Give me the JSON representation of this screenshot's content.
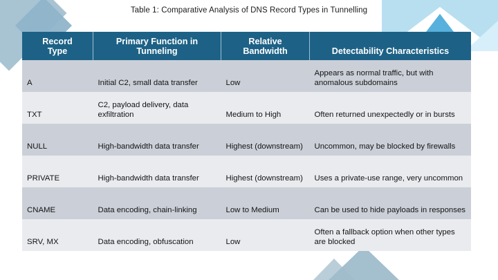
{
  "slide": {
    "title": "Table 1: Comparative Analysis of DNS Record Types in Tunnelling",
    "background_color": "#ffffff",
    "accent_colors": {
      "header_fill": "#1d6286",
      "header_text": "#ffffff",
      "row_odd": "#cbd0d8",
      "row_even": "#e9ebef",
      "deco_light_blue": "#b7dff0",
      "deco_mid_blue": "#58b0dd",
      "deco_slate": "#a8c3d2",
      "deco_slate_dark": "#8fb4ca",
      "deco_triangle_light": "#aec6d2",
      "deco_triangle_dark": "#9fbcca"
    }
  },
  "table": {
    "columns": [
      "Record Type",
      "Primary Function in Tunneling",
      "Relative Bandwidth",
      "Detectability Characteristics"
    ],
    "columns_lines": [
      [
        "Record",
        "Type"
      ],
      [
        "Primary Function in",
        "Tunneling"
      ],
      [
        "Relative",
        "Bandwidth"
      ],
      [
        "Detectability Characteristics"
      ]
    ],
    "rows": [
      {
        "record_type": "A",
        "primary_function": "Initial C2, small data transfer",
        "relative_bandwidth": "Low",
        "detectability": "Appears as normal traffic, but with anomalous subdomains"
      },
      {
        "record_type": "TXT",
        "primary_function": "C2, payload delivery, data exfiltration",
        "relative_bandwidth": "Medium to High",
        "detectability": "Often returned unexpectedly or in bursts"
      },
      {
        "record_type": "NULL",
        "primary_function": "High-bandwidth data transfer",
        "relative_bandwidth": "Highest (downstream)",
        "detectability": "Uncommon, may be blocked by firewalls"
      },
      {
        "record_type": "PRIVATE",
        "primary_function": "High-bandwidth data transfer",
        "relative_bandwidth": "Highest (downstream)",
        "detectability": "Uses a private-use range, very uncommon"
      },
      {
        "record_type": "CNAME",
        "primary_function": "Data encoding, chain-linking",
        "relative_bandwidth": "Low to Medium",
        "detectability": "Can be used to hide payloads in responses"
      },
      {
        "record_type": "SRV, MX",
        "primary_function": "Data encoding, obfuscation",
        "relative_bandwidth": "Low",
        "detectability": "Often a fallback option when other types are blocked"
      }
    ]
  }
}
